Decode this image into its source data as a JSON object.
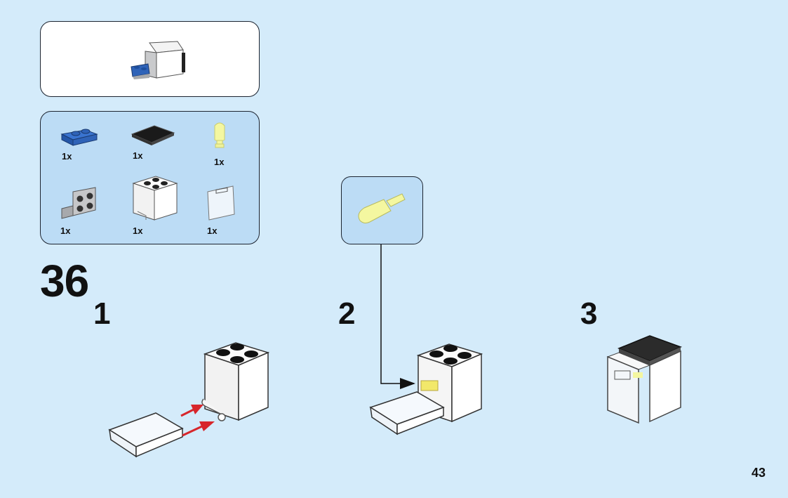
{
  "page": {
    "type": "LEGO building instructions",
    "page_number": "43",
    "background_color": "#d4ebfa"
  },
  "callout": {
    "label": "sub-assembly preview",
    "description": "Blue 1x2 plate attached to white 2x2 cupboard with bracket"
  },
  "parts_list": {
    "panel_color": "#bcdcf5",
    "items": [
      {
        "part": "blue 1x2 plate",
        "quantity": "1x",
        "color": "#2f63b8"
      },
      {
        "part": "black 2x2 tile",
        "quantity": "1x",
        "color": "#1a1a1a"
      },
      {
        "part": "trans-yellow light cone / lamp",
        "quantity": "1x",
        "color": "#f4f7a0"
      },
      {
        "part": "grey 2x2 bracket",
        "quantity": "1x",
        "color": "#a7a9ac"
      },
      {
        "part": "white 2x2x2 cupboard",
        "quantity": "1x",
        "color": "#ffffff"
      },
      {
        "part": "trans-clear cupboard door",
        "quantity": "1x",
        "color": "#eef5fb"
      }
    ]
  },
  "step": {
    "number": "36",
    "substeps": [
      {
        "number": "1",
        "description": "Attach clear door to cupboard hinges"
      },
      {
        "number": "2",
        "description": "Insert yellow light piece inside cupboard"
      },
      {
        "number": "3",
        "description": "Add black tile on top"
      }
    ]
  },
  "colors": {
    "arrow_red": "#d7262b",
    "arrow_black": "#111111",
    "outline": "#1c2430"
  }
}
